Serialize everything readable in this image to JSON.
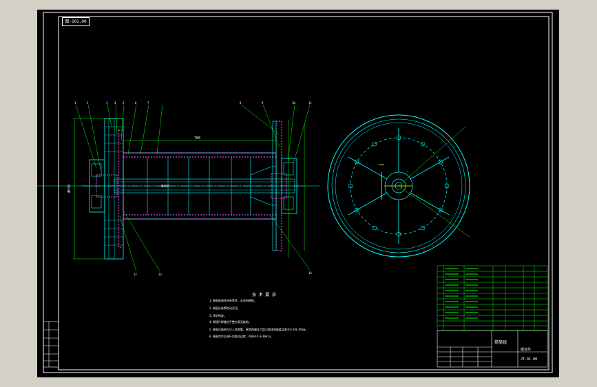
{
  "drawing": {
    "title_box": "图-101.00",
    "notes_title": "技 术 要 求",
    "notes": [
      "1.装配前清洗所有零件，去毛刺倒棱。",
      "2.装配后卷筒转动灵活。",
      "3.涂防锈漆。",
      "4.焊接件焊缝应平整光滑无缺陷。",
      "5.装配后轴承内注入润滑脂，卷筒两端法兰盘与筒体同轴度误差不大于0.05mm。",
      "6.装配完毕后进行空载试运转，时间不少于30min。"
    ],
    "title_block": {
      "name": "卷筒组",
      "material": "组合件",
      "code": "JT-01-00"
    },
    "balloons": [
      "1",
      "2",
      "3",
      "4",
      "5",
      "6",
      "7",
      "8",
      "9",
      "10",
      "11",
      "12",
      "13",
      "14"
    ],
    "dimensions": [
      "700",
      "Φ400",
      "Φ530"
    ]
  },
  "colors": {
    "background": "#000000",
    "border": "#ffffff",
    "part_outline": "#00ffff",
    "section_hatch": "#ff66ff",
    "dimension": "#00ff00",
    "dim_text": "#ffffff",
    "center_line": "#ff0000",
    "section_fill": "#ff00ff"
  }
}
